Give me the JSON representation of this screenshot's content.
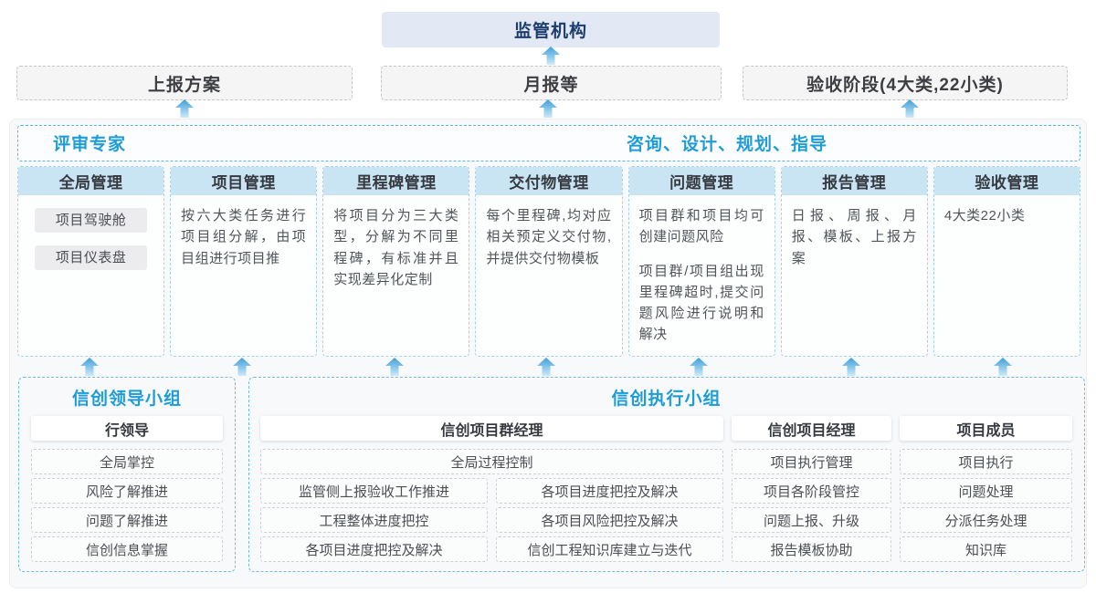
{
  "colors": {
    "accent_blue": "#1e9cd7",
    "navy": "#1d3c6e",
    "panel_bg": "#f7f9fa",
    "column_header_bg": "#c9e4f2",
    "column_border": "#a3d2ea",
    "regulator_bg": "#e2e9f4",
    "arrow_top": "#3e9fd9",
    "arrow_bottom": "#cdeaf8"
  },
  "top": {
    "regulator": "监管机构"
  },
  "row2": [
    {
      "label": "上报方案"
    },
    {
      "label": "月报等"
    },
    {
      "label": "验收阶段(4大类,22小类)"
    }
  ],
  "middle": {
    "left_title": "评审专家",
    "right_title": "咨询、设计、规划、指导",
    "columns": [
      {
        "title": "全局管理",
        "chips": [
          "项目驾驶舱",
          "项目仪表盘"
        ]
      },
      {
        "title": "项目管理",
        "text": "按六大类任务进行项目组分解，由项目组进行项目推"
      },
      {
        "title": "里程碑管理",
        "text": "将项目分为三大类型，分解为不同里程碑，有标准并且实现差异化定制"
      },
      {
        "title": "交付物管理",
        "text": "每个里程碑,均对应相关预定义交付物,并提供交付物模板"
      },
      {
        "title": "问题管理",
        "paragraphs": [
          "项目群和项目均可创建问题风险",
          "项目群/项目组出现里程碑超时,提交问题风险进行说明和解决"
        ]
      },
      {
        "title": "报告管理",
        "text": "日报、周报、月报、模板、上报方案"
      },
      {
        "title": "验收管理",
        "text": "4大类22小类"
      }
    ]
  },
  "bottom": {
    "lead_group": {
      "title": "信创领导小组",
      "role": "行领导",
      "items": [
        "全局掌控",
        "风险了解推进",
        "问题了解推进",
        "信创信息掌握"
      ]
    },
    "exec_group": {
      "title": "信创执行小组",
      "pgm": {
        "role": "信创项目群经理",
        "full_item": "全局过程控制",
        "left_items": [
          "监管侧上报验收工作推进",
          "工程整体进度把控",
          "各项目进度把控及解决"
        ],
        "right_items": [
          "各项目进度把控及解决",
          "各项目风险把控及解决",
          "信创工程知识库建立与迭代"
        ]
      },
      "pm": {
        "role": "信创项目经理",
        "items": [
          "项目执行管理",
          "项目各阶段管控",
          "问题上报、升级",
          "报告模板协助"
        ]
      },
      "member": {
        "role": "项目成员",
        "items": [
          "项目执行",
          "问题处理",
          "分派任务处理",
          "知识库"
        ]
      }
    }
  }
}
